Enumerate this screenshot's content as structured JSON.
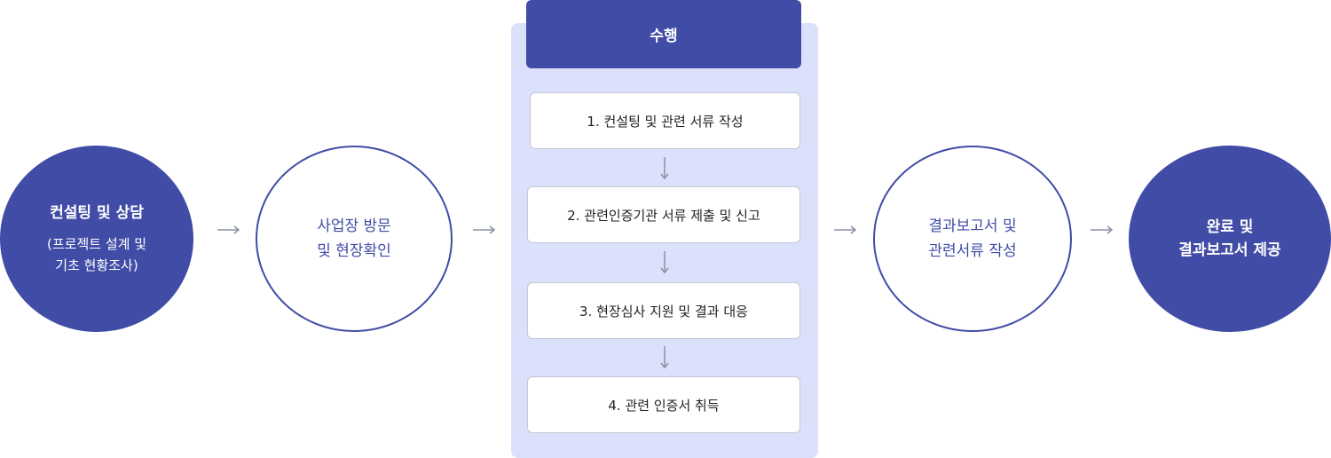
{
  "colors": {
    "primary": "#404ca6",
    "panel_bg": "#dbe1fa",
    "step_border": "#c3c8d4",
    "arrow": "#8a90a6"
  },
  "steps": {
    "consulting": {
      "title": "컨설팅 및 상담",
      "sub_line1": "(프로젝트 설계 및",
      "sub_line2": "기초 현황조사)"
    },
    "visit": {
      "line1": "사업장 방문",
      "line2": "및 현장확인"
    },
    "execution": {
      "header": "수행",
      "items": [
        "1. 컨설팅 및 관련 서류 작성",
        "2. 관련인증기관 서류 제출 및 신고",
        "3. 현장심사 지원 및 결과 대응",
        "4. 관련 인증서 취득"
      ]
    },
    "report": {
      "line1": "결과보고서 및",
      "line2": "관련서류 작성"
    },
    "complete": {
      "line1": "완료 및",
      "line2": "결과보고서 제공"
    }
  },
  "icons": {
    "flow_arrow": "arrow-right-icon",
    "step_arrow": "arrow-down-icon"
  }
}
